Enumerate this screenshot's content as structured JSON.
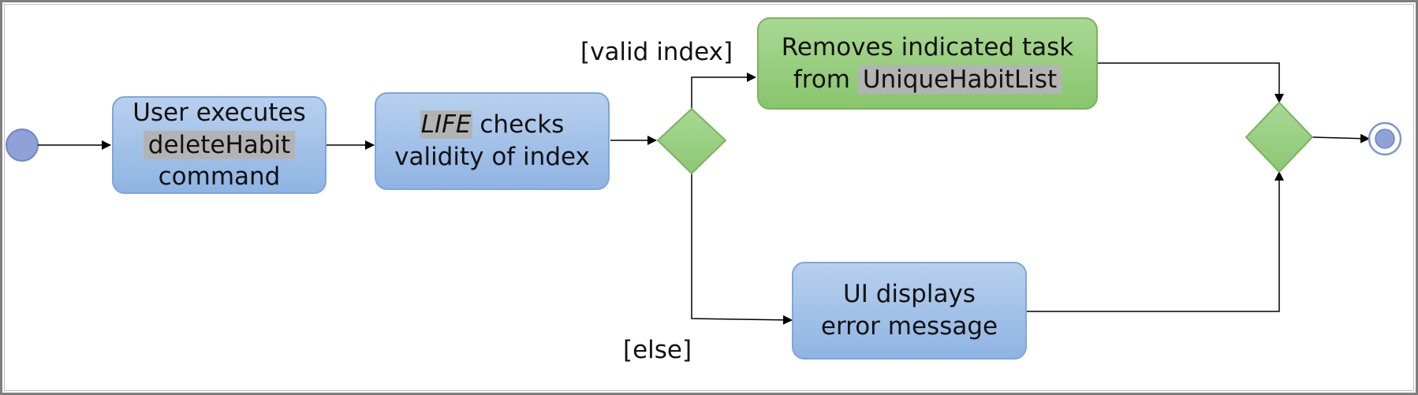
{
  "diagram": {
    "nodes": {
      "user_executes": {
        "line1": "User executes",
        "command": "deleteHabit",
        "line3": "command"
      },
      "life_checks": {
        "life": "LIFE",
        "line1_rest": " checks",
        "line2": "validity of index"
      },
      "removes_task": {
        "line1": "Removes indicated task",
        "line2_prefix": "from ",
        "list_name": "UniqueHabitList"
      },
      "ui_displays": {
        "line1": "UI displays",
        "line2": "error message"
      }
    },
    "guards": {
      "valid": "[valid index]",
      "else": "[else]"
    },
    "colors": {
      "action_blue": "#9dbde7",
      "action_green": "#95cd7c",
      "decision_green": "#9fd38a",
      "start_node": "#8ea2d8",
      "highlight_gray": "#b3b3b3",
      "edge": "#000000"
    }
  }
}
